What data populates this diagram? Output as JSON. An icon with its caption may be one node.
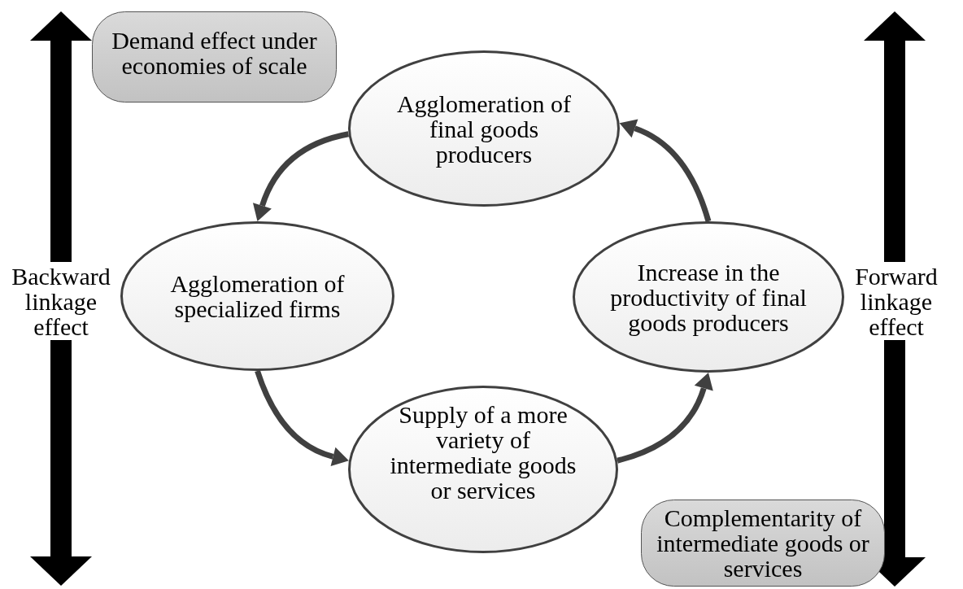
{
  "diagram": {
    "nodes": [
      {
        "text": [
          "Demand effect under economies of scale"
        ]
      },
      {
        "text": [
          "Agglomeration of final goods producers"
        ]
      },
      {
        "text": [
          "Backward linkage effect"
        ]
      },
      {
        "text": [
          "Agglomeration of specialized firms"
        ]
      },
      {
        "text": [
          "Increase in the productivity of final goods producers"
        ]
      },
      {
        "text": [
          "Forward linkage effect"
        ]
      },
      {
        "text": [
          "Supply of a more variety of intermediate goods or services"
        ]
      },
      {
        "text": [
          "Complementarity of intermediate goods or services"
        ]
      }
    ],
    "edges": [
      {
        "from": 1,
        "to": 3,
        "arrow": "to"
      },
      {
        "from": 3,
        "to": 6,
        "arrow": "to"
      },
      {
        "from": 6,
        "to": 4,
        "arrow": "to"
      },
      {
        "from": 4,
        "to": 1,
        "arrow": "to"
      },
      {
        "from": 2,
        "to": 0,
        "arrow": "to",
        "style": "thick",
        "color": "#000000"
      },
      {
        "from": 2,
        "to": null,
        "arrow": "to",
        "style": "thick",
        "color": "#000000"
      },
      {
        "from": 5,
        "to": null,
        "arrow": "to",
        "style": "thick",
        "color": "#000000"
      },
      {
        "from": 5,
        "to": 7,
        "arrow": "to",
        "style": "thick",
        "color": "#000000"
      }
    ]
  }
}
